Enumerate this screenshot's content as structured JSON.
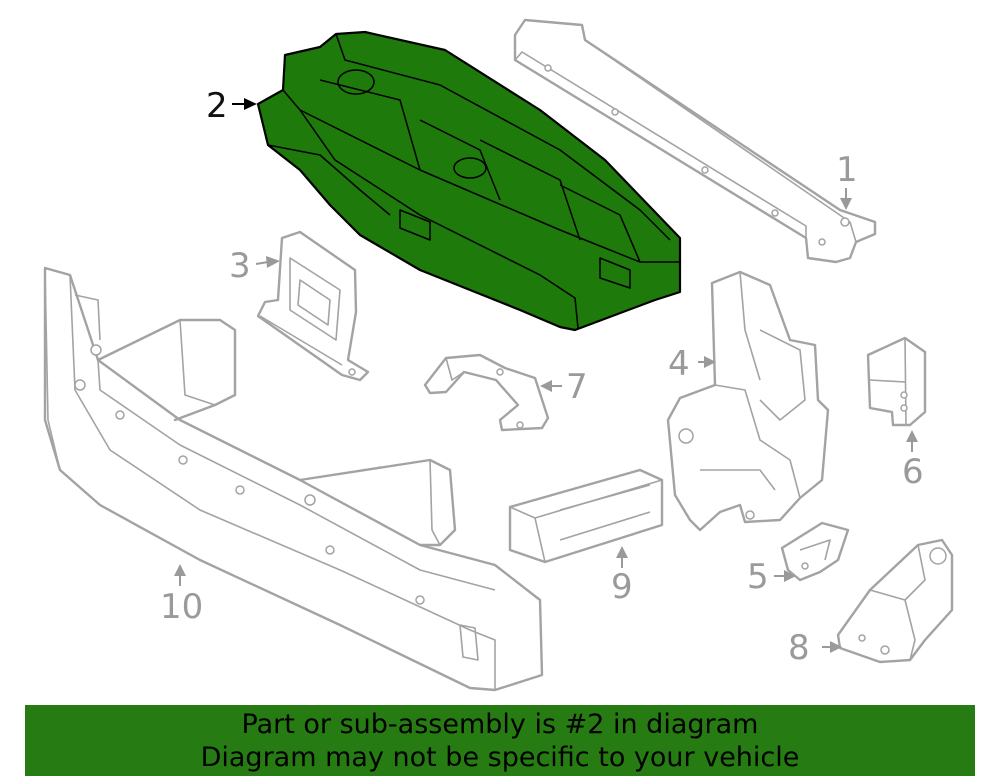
{
  "diagram": {
    "highlight_color": "#1d7a0b",
    "part_line_color": "#a3a3a3",
    "callouts": [
      {
        "id": "1",
        "label": "1"
      },
      {
        "id": "2",
        "label": "2",
        "highlighted": true
      },
      {
        "id": "3",
        "label": "3"
      },
      {
        "id": "4",
        "label": "4"
      },
      {
        "id": "5",
        "label": "5"
      },
      {
        "id": "6",
        "label": "6"
      },
      {
        "id": "7",
        "label": "7"
      },
      {
        "id": "8",
        "label": "8"
      },
      {
        "id": "9",
        "label": "9"
      },
      {
        "id": "10",
        "label": "10"
      }
    ]
  },
  "banner": {
    "line1": "Part or sub-assembly is #2 in diagram",
    "line2": "Diagram may not be specific to your vehicle",
    "background_color": "#267c12"
  }
}
